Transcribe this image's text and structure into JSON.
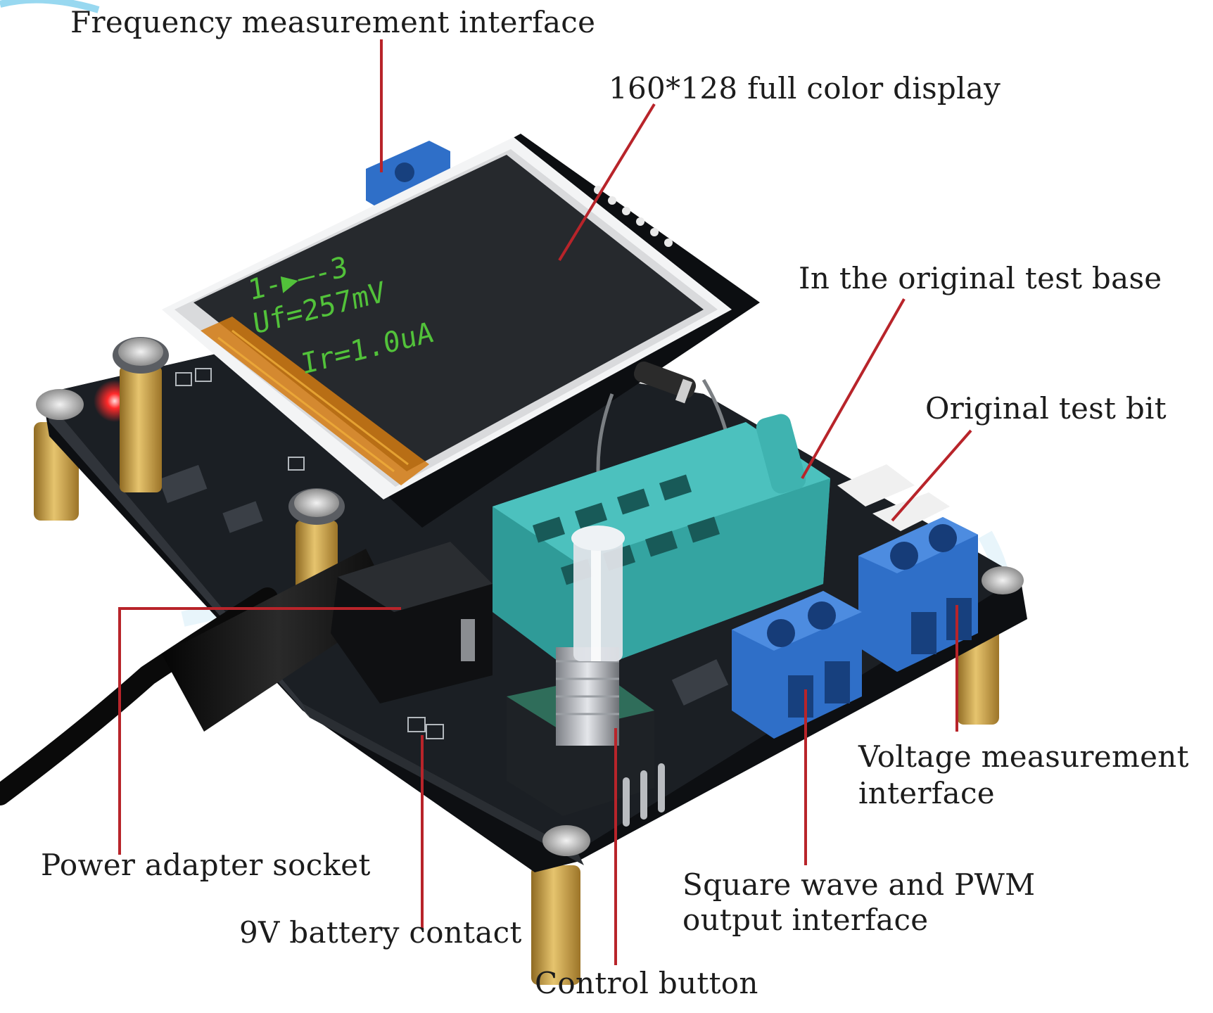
{
  "callouts": {
    "frequency": "Frequency measurement interface",
    "display": "160*128 full color display",
    "test_base": "In the original test base",
    "test_bit": "Original test bit",
    "voltage_line1": "Voltage measurement",
    "voltage_line2": "interface",
    "power": "Power adapter socket",
    "battery": "9V battery contact",
    "control": "Control button",
    "square_line1": "Square wave and PWM",
    "square_line2": "output interface"
  },
  "screen_readout": {
    "line1": "1-▶—-3",
    "line2": "Uf=257mV",
    "line3": "Ir=1.0uA"
  },
  "colors": {
    "leader_line": "#b8242a",
    "board": "#16191d",
    "terminal_blue": "#2f6fc8",
    "socket_teal": "#3fb3b0",
    "standoff_brass": "#c89a3c",
    "lcd_text": "#52c23a"
  }
}
